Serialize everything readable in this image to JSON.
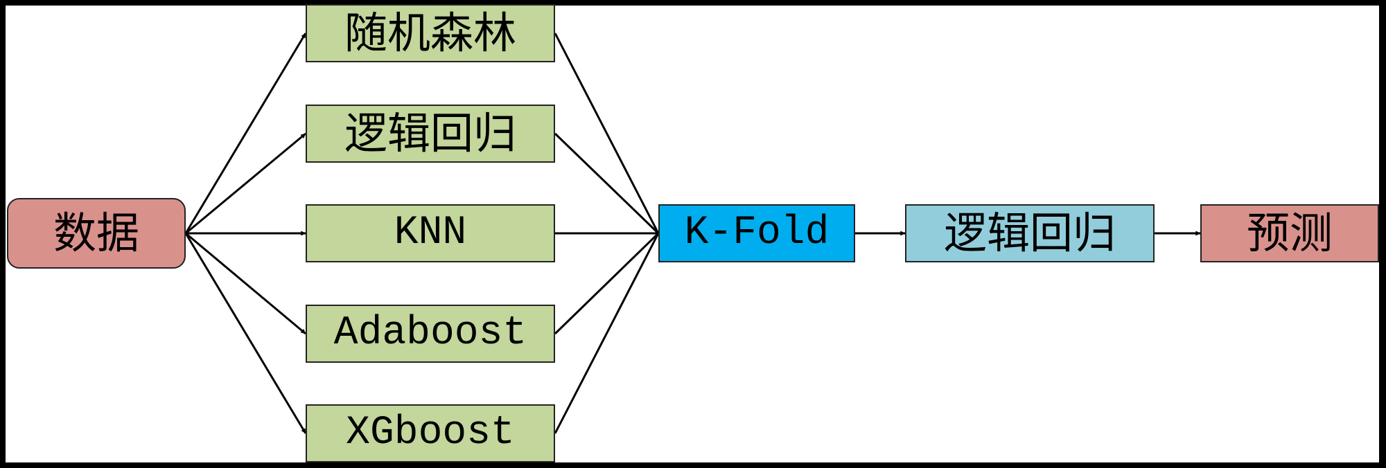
{
  "diagram": {
    "colors": {
      "background": "#ffffff",
      "frame": "#000000",
      "input_output": "#d9918c",
      "model": "#c3d69b",
      "kfold": "#00aeef",
      "meta_model": "#92cddc",
      "edge": "#000000"
    },
    "nodes": {
      "data": "数据",
      "random_forest": "随机森林",
      "logistic_regression": "逻辑回归",
      "knn": "KNN",
      "adaboost": "Adaboost",
      "xgboost": "XGboost",
      "kfold": "K-Fold",
      "meta_logistic_regression": "逻辑回归",
      "prediction": "预测"
    },
    "edges": [
      [
        "data",
        "random_forest"
      ],
      [
        "data",
        "logistic_regression"
      ],
      [
        "data",
        "knn"
      ],
      [
        "data",
        "adaboost"
      ],
      [
        "data",
        "xgboost"
      ],
      [
        "random_forest",
        "kfold"
      ],
      [
        "logistic_regression",
        "kfold"
      ],
      [
        "knn",
        "kfold"
      ],
      [
        "adaboost",
        "kfold"
      ],
      [
        "xgboost",
        "kfold"
      ],
      [
        "kfold",
        "meta_logistic_regression"
      ],
      [
        "meta_logistic_regression",
        "prediction"
      ]
    ]
  }
}
